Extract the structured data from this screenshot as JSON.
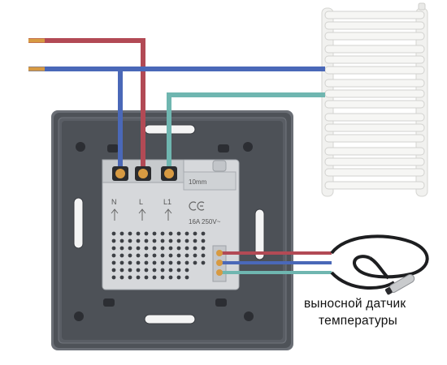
{
  "terminals": {
    "n": "N",
    "l": "L",
    "l1": "L1",
    "strip_length": "10mm",
    "rating": "16A 250V~"
  },
  "sensor_caption": {
    "line1": "выносной датчик",
    "line2": "температуры"
  },
  "colors": {
    "wire_phase": "#b24a55",
    "wire_neutral": "#4a68b8",
    "wire_load": "#6fb6b0",
    "copper": "#d79a42",
    "frame": "#5c6068",
    "module": "#d8dadd",
    "radiator": "#f2f2f0"
  },
  "icons": [
    "radiator-icon",
    "temperature-sensor-icon",
    "up-arrow-icon"
  ]
}
